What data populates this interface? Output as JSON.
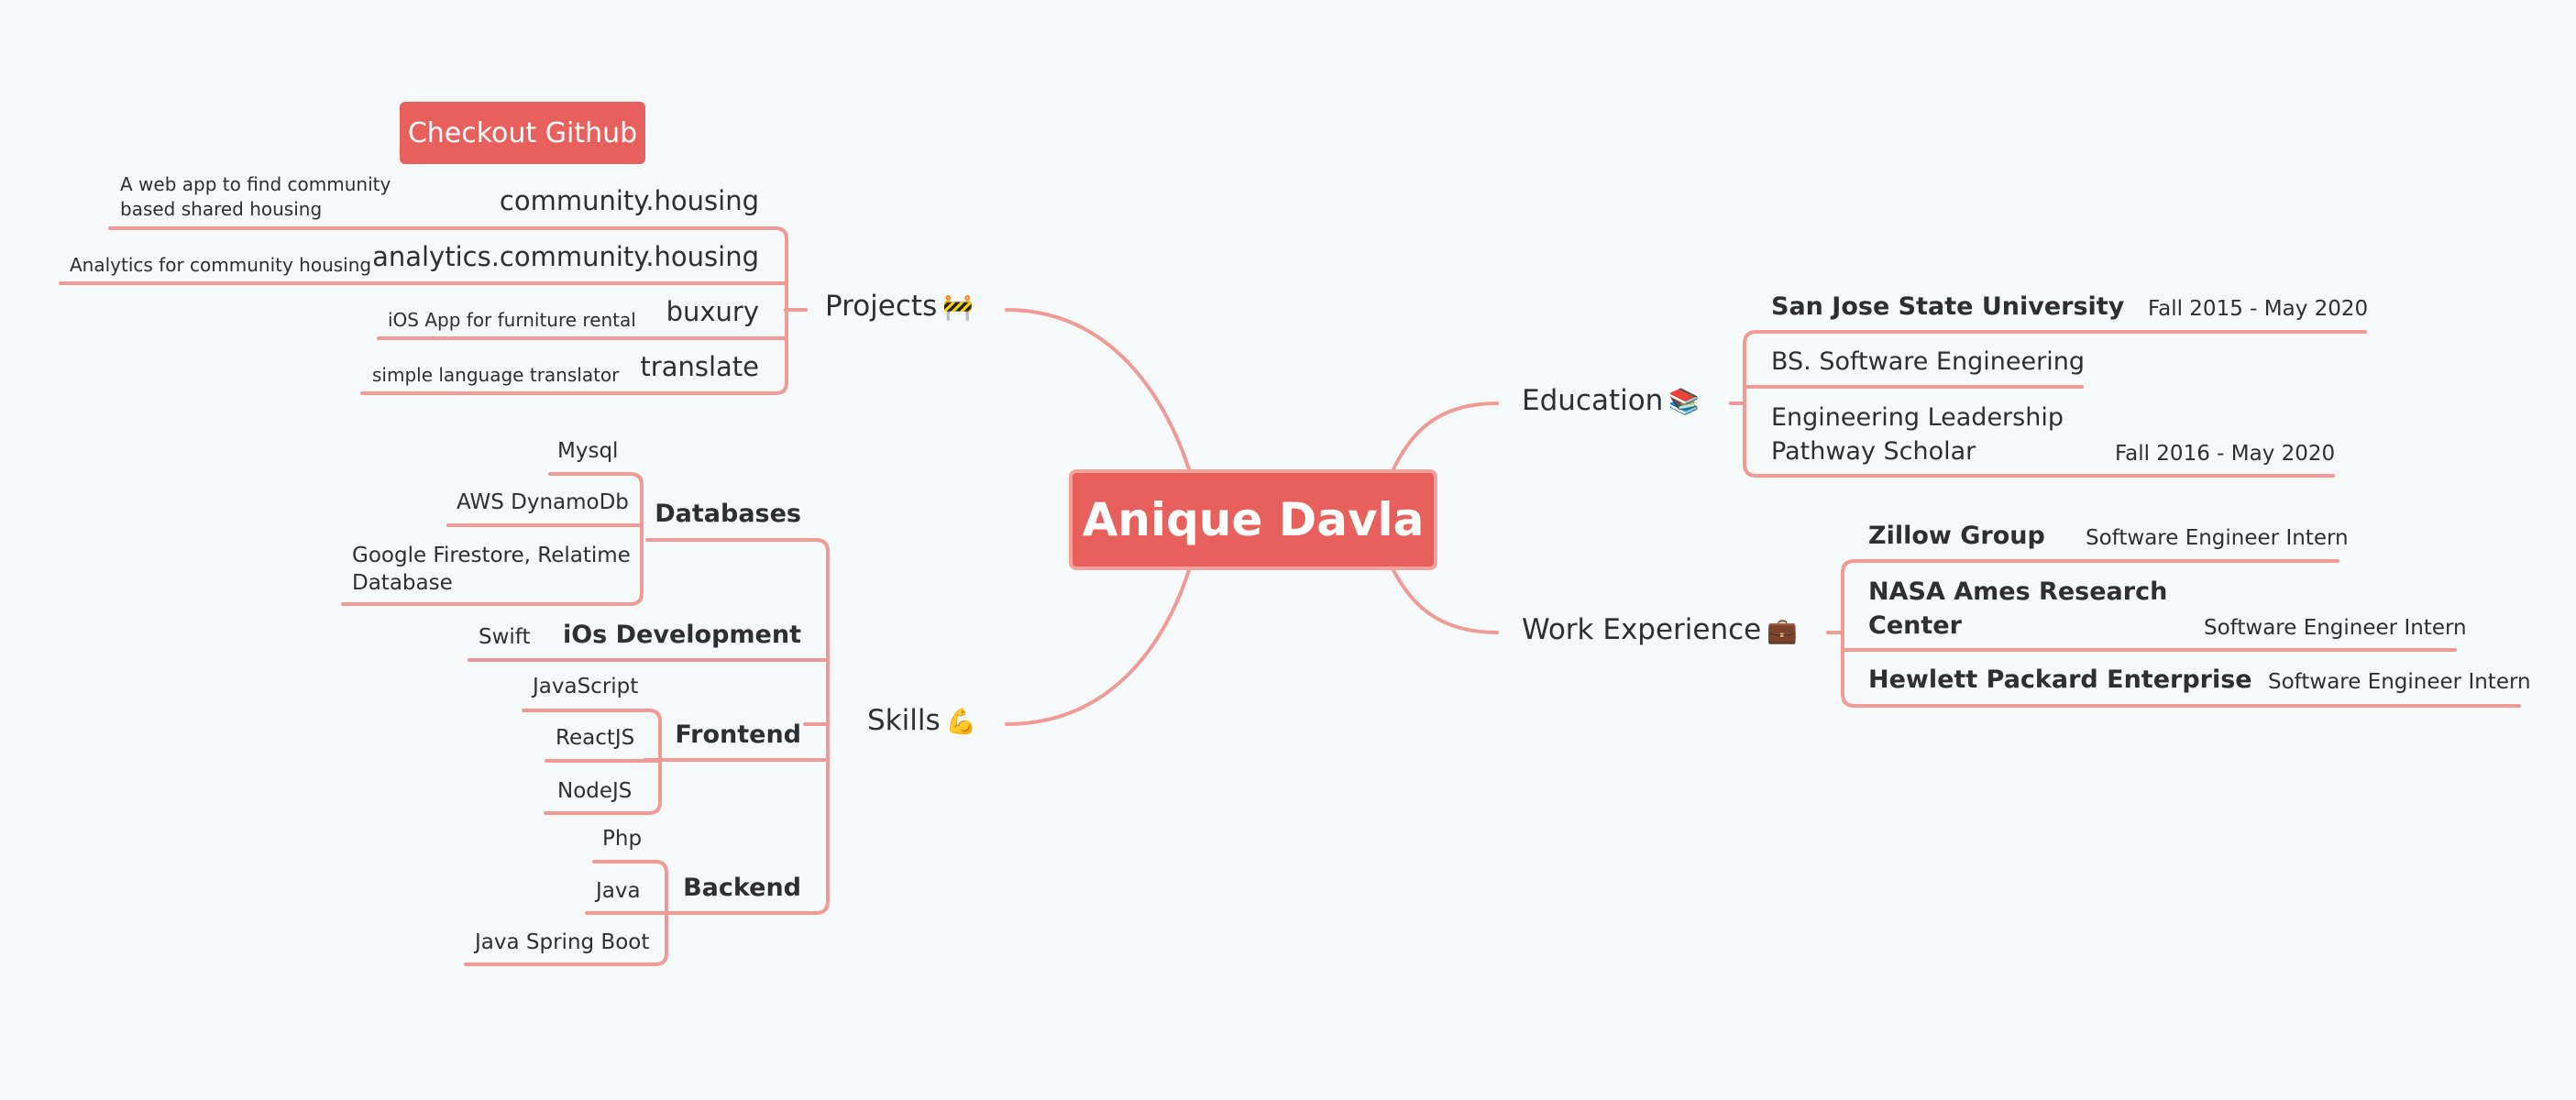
{
  "central": {
    "name": "Anique Davla"
  },
  "projects": {
    "label": "Projects",
    "icon": "construction-icon",
    "github_button": "Checkout Github",
    "items": [
      {
        "name": "community.housing",
        "desc": "A web app to find community based shared housing"
      },
      {
        "name": "analytics.community.housing",
        "desc": "Analytics for community housing"
      },
      {
        "name": "buxury",
        "desc": "iOS App for furniture rental"
      },
      {
        "name": "translate",
        "desc": "simple language translator"
      }
    ]
  },
  "skills": {
    "label": "Skills",
    "icon": "flexed-biceps-icon",
    "groups": [
      {
        "name": "Databases",
        "items": [
          "Mysql",
          "AWS DynamoDb",
          "Google Firestore, Relatime Database"
        ]
      },
      {
        "name": "iOs Development",
        "items": [
          "Swift"
        ]
      },
      {
        "name": "Frontend",
        "items": [
          "JavaScript",
          "ReactJS",
          "NodeJS"
        ]
      },
      {
        "name": "Backend",
        "items": [
          "Php",
          "Java",
          "Java Spring Boot"
        ]
      }
    ]
  },
  "education": {
    "label": "Education",
    "icon": "books-icon",
    "school": "San Jose State University",
    "school_dates": "Fall 2015 - May 2020",
    "degree": "BS. Software Engineering",
    "program": "Engineering Leadership Pathway Scholar",
    "program_dates": "Fall 2016 - May 2020"
  },
  "work": {
    "label": "Work Experience",
    "icon": "briefcase-icon",
    "jobs": [
      {
        "company": "Zillow Group",
        "role": "Software Engineer Intern"
      },
      {
        "company": "NASA Ames Research Center",
        "role": "Software Engineer Intern"
      },
      {
        "company": "Hewlett Packard Enterprise",
        "role": "Software Engineer Intern"
      }
    ]
  }
}
